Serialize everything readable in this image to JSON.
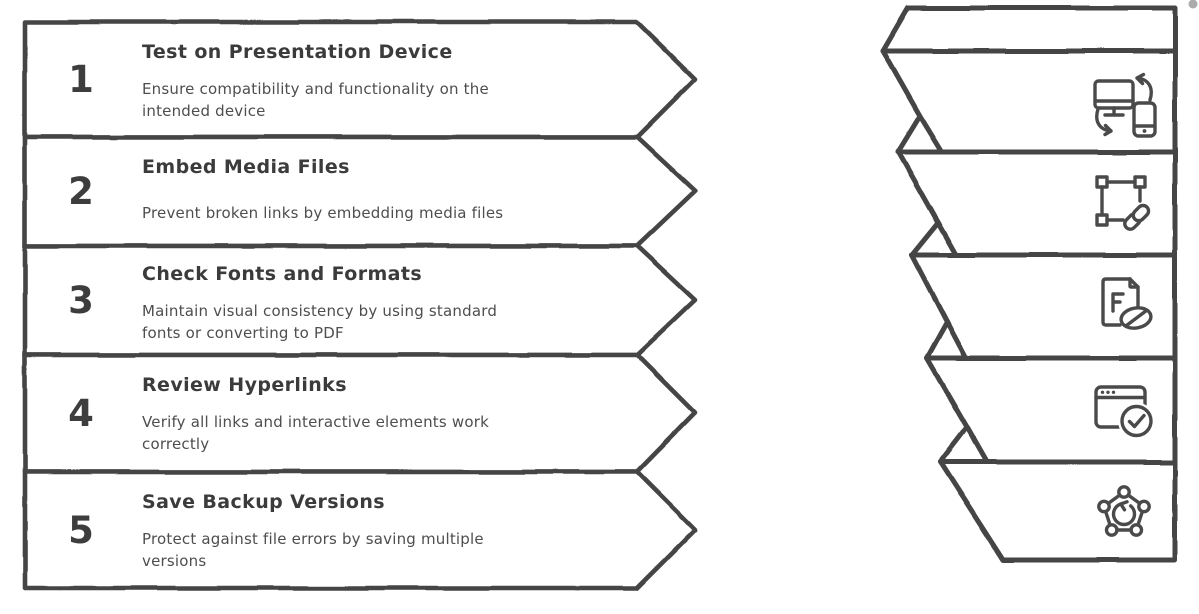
{
  "diagram": {
    "background": "#ffffff",
    "colors": {
      "outline": "#454545",
      "title_text": "#3b3b3b",
      "description_text": "#4e4e4e",
      "icon_stroke": "#4a4a4a",
      "corner_dot": "#ababab"
    },
    "steps": [
      {
        "number": "1",
        "title": "Test on Presentation Device",
        "description": "Ensure compatibility and functionality on the\nintended device",
        "icon": "devices-sync-icon"
      },
      {
        "number": "2",
        "title": "Embed Media Files",
        "description": "Prevent broken links by embedding media files",
        "icon": "selection-link-icon"
      },
      {
        "number": "3",
        "title": "Check Fonts and Formats",
        "description": "Maintain visual consistency by using standard\nfonts or converting to PDF",
        "icon": "file-font-icon"
      },
      {
        "number": "4",
        "title": "Review Hyperlinks",
        "description": "Verify all links and interactive elements work\ncorrectly",
        "icon": "browser-check-icon"
      },
      {
        "number": "5",
        "title": "Save Backup Versions",
        "description": "Protect against file errors by saving multiple\nversions",
        "icon": "network-refresh-icon"
      }
    ]
  }
}
